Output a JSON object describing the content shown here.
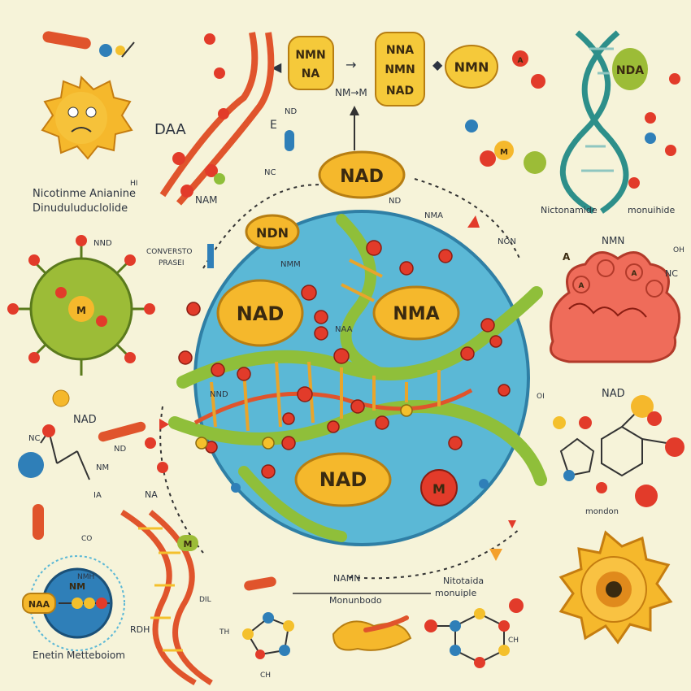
{
  "labels": {
    "top_box_1": "NMN\nNA",
    "top_box_2": "NNA\nNMN\nNAD",
    "top_box_3": "NMN",
    "nm_m": "NM→M",
    "dna_top": "DAA",
    "nd_top": "ND",
    "e_label": "E",
    "nc_1": "NC",
    "nicotinme": "Nicotinme Anianine",
    "dinudu": "Dinuduluduclolide",
    "hi_1": "HI",
    "nam_1": "NAM",
    "nda_right": "NDA",
    "nicotonamide": "Nictonamide",
    "monunilde": "monuihide",
    "nad_top_center": "NAD",
    "ndn": "NDN",
    "nd_mid": "ND",
    "nma_mid": "NMA",
    "nnd_left": "NND",
    "converst": "CONVERSTO\nPRASEI",
    "nmm_center": "NMM",
    "non": "NON",
    "nmn_right": "NMN",
    "oh_right": "OH",
    "nc_right": "NC",
    "nad_center_left": "NAD",
    "nma_center": "NMA",
    "naa_center": "NAA",
    "nnd_center": "NND",
    "nad_center_bottom": "NAD",
    "nc_left": "NC",
    "nad_left": "NAD",
    "nd_left": "ND",
    "nm_left": "NM",
    "ia": "IA",
    "na_left": "NA",
    "co": "CO",
    "nad_right": "NAD",
    "oi": "OI",
    "mondon": "mondon",
    "nmh_bottom": "NMH",
    "dil": "DIL",
    "nam_bottom": "NAMN",
    "monundo": "Monunbodo",
    "nitotaida": "Nitotaida\nmonuiple",
    "naa_bottom": "NAA",
    "nm_bottom": "NM",
    "rdh": "RDH",
    "th": "TH",
    "ch_1": "CH",
    "ch_2": "CH",
    "enetin": "Enetin Metteboiom",
    "a_1": "A",
    "m_1": "M",
    "a_2": "A",
    "m_2": "M",
    "m_3": "M"
  },
  "colors": {
    "background": "#f6f3d9",
    "center_circle": "#5bb8d6",
    "blob_yellow": "#f5b82c",
    "strand_green": "#8fbf3a",
    "strand_red": "#e0542c",
    "atom_red": "#e23b2a",
    "atom_yellow": "#f4c02c",
    "atom_blue": "#2f7fb8",
    "cell_pink": "#ef6c5a",
    "virus_green": "#9cbc37",
    "dna_teal": "#2d8f8a"
  }
}
